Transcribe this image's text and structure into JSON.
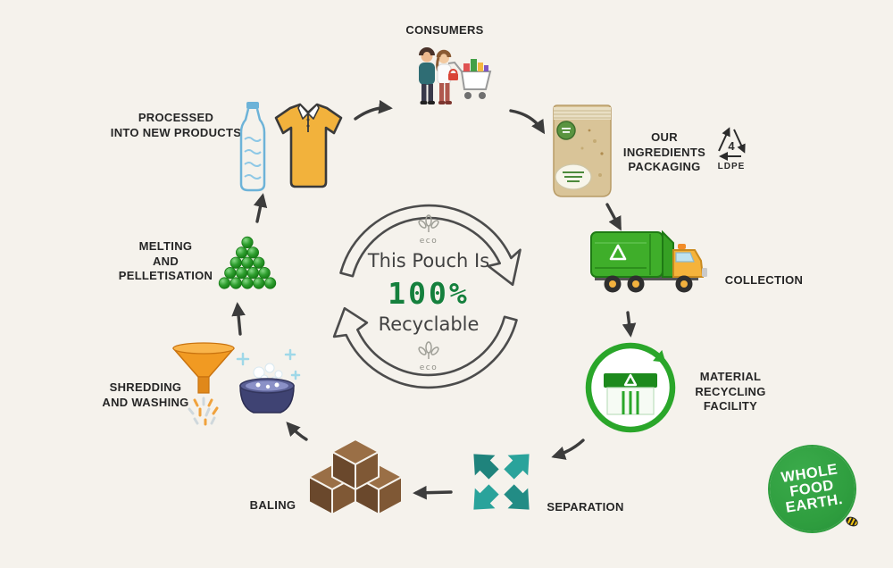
{
  "colors": {
    "background": "#f5f2ec",
    "accent_green": "#15803d",
    "arrow": "#3c3c3c",
    "logo_green": "#2f9e3f",
    "teal": "#2aa39b",
    "truck_green": "#3fae2a",
    "pouch_kraft": "#d9c498"
  },
  "center": {
    "line1": "This Pouch Is",
    "line2": "100%",
    "line3": "Recyclable",
    "eco": "eco"
  },
  "stages": {
    "consumers": {
      "label": "CONSUMERS"
    },
    "packaging": {
      "line1": "OUR INGREDIENTS",
      "line2": "PACKAGING",
      "ldpe_number": "4",
      "ldpe_label": "LDPE"
    },
    "collection": {
      "label": "COLLECTION"
    },
    "mrf": {
      "line1": "MATERIAL",
      "line2": "RECYCLING",
      "line3": "FACILITY"
    },
    "separation": {
      "label": "SEPARATION"
    },
    "baling": {
      "label": "BALING"
    },
    "shredding": {
      "line1": "SHREDDING",
      "line2": "AND WASHING"
    },
    "melting": {
      "line1": "MELTING",
      "line2": "AND",
      "line3": "PELLETISATION"
    },
    "processed": {
      "line1": "PROCESSED",
      "line2": "INTO NEW PRODUCTS"
    }
  },
  "logo": {
    "line1": "WHOLE",
    "line2": "FOOD",
    "line3": "EARTH."
  }
}
